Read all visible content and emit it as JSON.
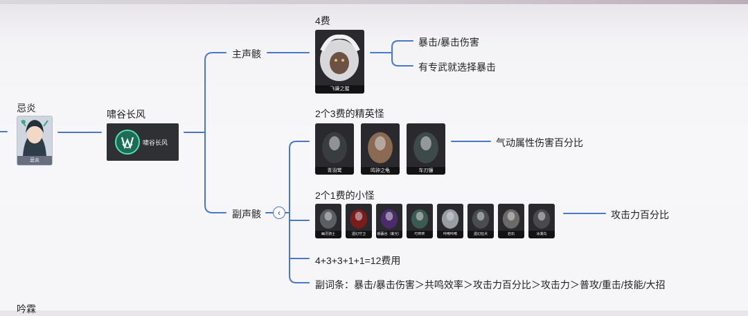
{
  "root": {
    "name": "忌炎",
    "card_caption": "忌炎"
  },
  "weapon": {
    "name": "啸谷长风",
    "card_caption": "啸谷长风"
  },
  "main_echo": {
    "branch_label": "主声骸",
    "cost_label": "4费",
    "card_caption": "飞廉之猩",
    "notes": [
      "暴击/暴击伤害",
      "有专武就选择暴击"
    ]
  },
  "sub_echo": {
    "branch_label": "副声骸",
    "elite": {
      "title": "2个3费的精英怪",
      "cards": [
        {
          "caption": "青羽鹭",
          "color": "#3a3d3f"
        },
        {
          "caption": "鸣钟之龟",
          "color": "#8a6a52"
        },
        {
          "caption": "车刃镰",
          "color": "#3e4a4a"
        }
      ],
      "note": "气动属性伤害百分比"
    },
    "small": {
      "title": "2个1费的小怪",
      "cards": [
        {
          "caption": "幽灵骑士",
          "color": "#5b5e63"
        },
        {
          "caption": "遗幻守卫",
          "color": "#7a1c1c"
        },
        {
          "caption": "朝暮谷（紫光）",
          "color": "#4b2b6b"
        },
        {
          "caption": "叮咚咚",
          "color": "#3c5a4f"
        },
        {
          "caption": "咔嚓咔嚓",
          "color": "#9a9ca6"
        },
        {
          "caption": "遗幻狂犬",
          "color": "#4a4d4f"
        },
        {
          "caption": "岩石",
          "color": "#6c6a66"
        },
        {
          "caption": "冰凝鸟",
          "color": "#4a4a4e"
        }
      ],
      "note": "攻击力百分比"
    },
    "cost_formula": "4+3+3+1+1=12费用",
    "substats": "副词条：暴击/暴击伤害＞共鸣效率＞攻击力百分比＞攻击力＞普攻/重击/技能/大招"
  },
  "next_character": "吟霖",
  "colors": {
    "line": "#4a78c8",
    "card_bg": "#2b2b2f"
  }
}
